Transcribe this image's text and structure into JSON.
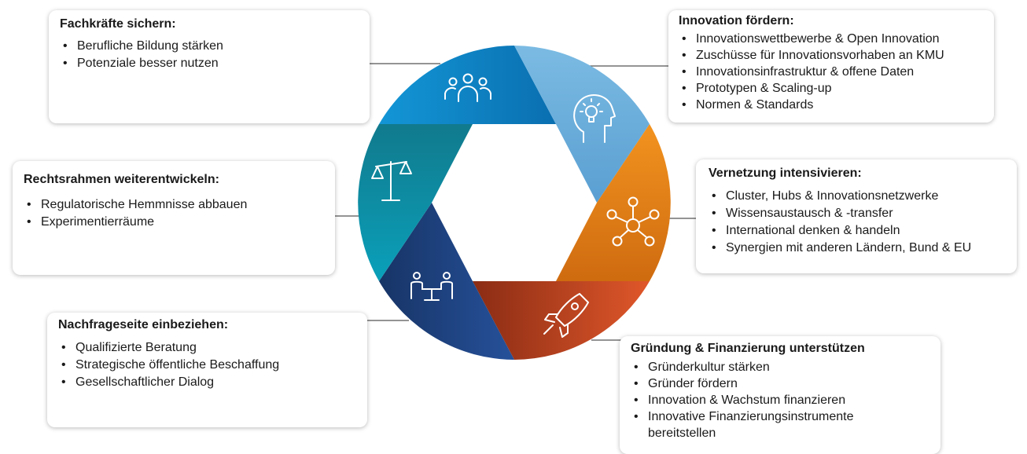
{
  "colors": {
    "seg_top": "#0b86c9",
    "seg_top_right": "#6ab0dc",
    "seg_right": "#e8851a",
    "seg_bottom_right": "#bf4322",
    "seg_bottom_left": "#1d3f78",
    "seg_left": "#0f8597",
    "connector": "#555555"
  },
  "icons": {
    "top": "people-group-icon",
    "top_right": "head-lightbulb-icon",
    "right": "network-nodes-icon",
    "bottom_right": "rocket-icon",
    "bottom_left": "meeting-table-icon",
    "left": "balance-scale-icon"
  },
  "boxes": {
    "fachkraefte": {
      "title": "Fachkräfte sichern:",
      "items": [
        "Berufliche Bildung stärken",
        "Potenziale besser nutzen"
      ]
    },
    "innovation": {
      "title": "Innovation fördern:",
      "items": [
        "Innovationswettbewerbe & Open Innovation",
        "Zuschüsse für Innovationsvorhaben an KMU",
        "Innovationsinfrastruktur & offene Daten",
        "Prototypen & Scaling-up",
        "Normen & Standards"
      ]
    },
    "recht": {
      "title": "Rechtsrahmen weiterentwickeln:",
      "items": [
        "Regulatorische Hemmnisse abbauen",
        "Experimentierräume"
      ]
    },
    "vernetzung": {
      "title": "Vernetzung intensivieren:",
      "items": [
        "Cluster, Hubs & Innovationsnetzwerke",
        "Wissensaustausch & -transfer",
        "International denken & handeln",
        "Synergien mit anderen Ländern, Bund & EU"
      ]
    },
    "nachfrage": {
      "title": "Nachfrageseite einbeziehen:",
      "items": [
        "Qualifizierte Beratung",
        "Strategische öffentliche Beschaffung",
        "Gesellschaftlicher Dialog"
      ]
    },
    "gruendung": {
      "title": "Gründung & Finanzierung unterstützen",
      "items": [
        "Gründerkultur stärken",
        "Gründer fördern",
        "Innovation & Wachstum finanzieren",
        "Innovative Finanzierungsinstrumente bereitstellen"
      ]
    }
  }
}
